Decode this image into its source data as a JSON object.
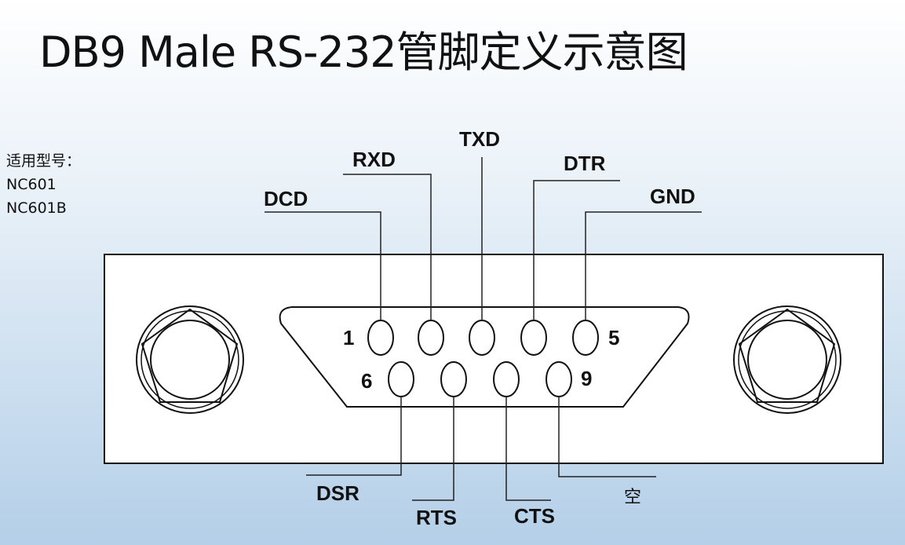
{
  "title": "DB9 Male RS-232管脚定义示意图",
  "models": {
    "heading": "适用型号：",
    "items": [
      "NC601",
      "NC601B"
    ]
  },
  "pins": {
    "top_left_number": "1",
    "top_right_number": "5",
    "bottom_left_number": "6",
    "bottom_right_number": "9"
  },
  "signals": {
    "dcd": "DCD",
    "rxd": "RXD",
    "txd": "TXD",
    "dtr": "DTR",
    "gnd": "GND",
    "dsr": "DSR",
    "rts": "RTS",
    "cts": "CTS",
    "empty": "空"
  }
}
